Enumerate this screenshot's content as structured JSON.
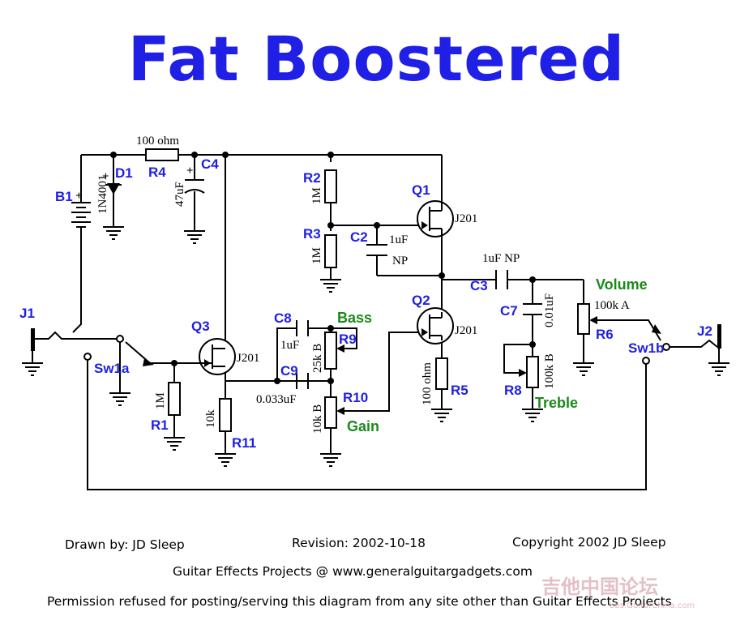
{
  "title": "Fat Boostered",
  "labels": {
    "R4_val": "100 ohm",
    "R4": "R4",
    "D1": "D1",
    "D1_val": "1N4001",
    "C4": "C4",
    "C4_val": "47uF",
    "B1": "B1",
    "R2": "R2",
    "R2_val": "1M",
    "R3": "R3",
    "R3_val": "1M",
    "C2": "C2",
    "C2_val1": "1uF",
    "C2_val2": "NP",
    "Q1": "Q1",
    "Q1_val": "J201",
    "Q2": "Q2",
    "Q2_val": "J201",
    "Q3": "Q3",
    "Q3_val": "J201",
    "C3": "C3",
    "C3_val": "1uF NP",
    "C7": "C7",
    "C7_val": "0.01uF",
    "R6": "R6",
    "R6_val": "100k A",
    "volume": "Volume",
    "J1": "J1",
    "J2": "J2",
    "Sw1a": "Sw1a",
    "Sw1b": "Sw1b",
    "R1": "R1",
    "R1_val": "1M",
    "R11": "R11",
    "R11_val": "10k",
    "C8": "C8",
    "C8_val": "1uF",
    "C9": "C9",
    "C9_val": "0.033uF",
    "R9": "R9",
    "R9_val": "25k B",
    "bass": "Bass",
    "R10": "R10",
    "R10_val": "10k B",
    "gain": "Gain",
    "R5": "R5",
    "R5_val": "100 ohm",
    "R8": "R8",
    "R8_val": "100k B",
    "treble": "Treble"
  },
  "footer": {
    "drawn_by": "Drawn by: JD Sleep",
    "revision": "Revision:  2002-10-18",
    "copyright": "Copyright 2002 JD Sleep",
    "site": "Guitar Effects Projects @ www.generalguitargadgets.com",
    "permission": "Permission refused for posting/serving this diagram from any site other than Guitar Effects Projects"
  },
  "watermark": {
    "main": "吉他中国论坛",
    "sub": "bbs.GuitarChina.com"
  },
  "colors": {
    "title": "#1f1fe6",
    "refs": "#1f1fe6",
    "controls": "#1a8a1a"
  }
}
